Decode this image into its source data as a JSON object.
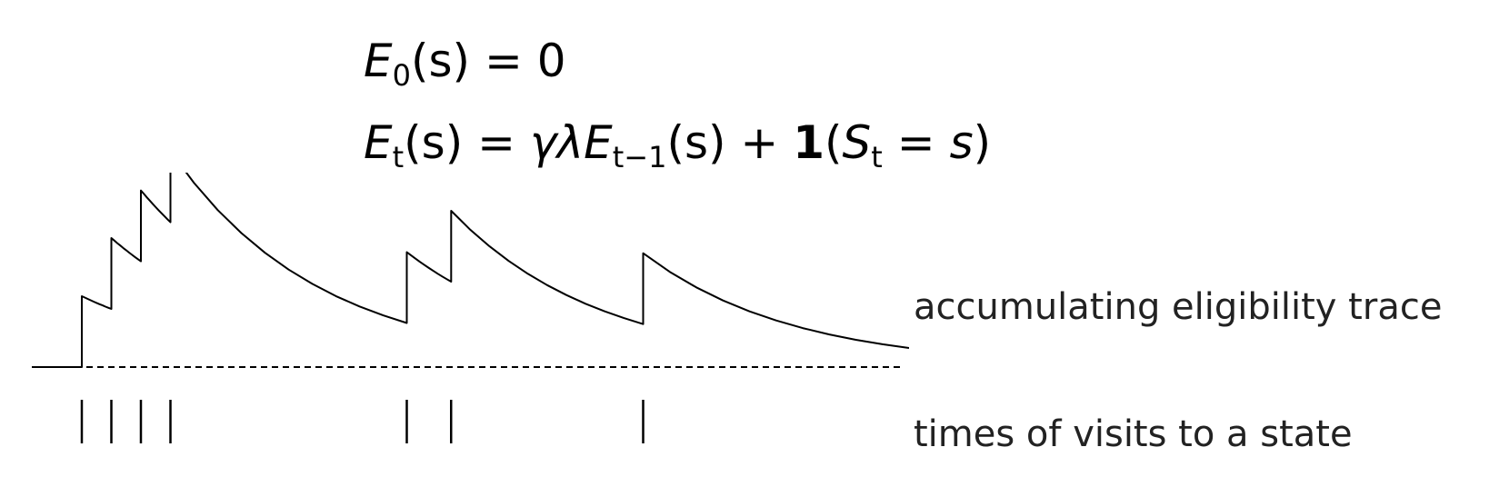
{
  "equations": {
    "line1": {
      "lhs_symbol": "E",
      "lhs_sub": "0",
      "lhs_arg": "(s)",
      "eq": "=",
      "rhs": "0"
    },
    "line2": {
      "lhs_symbol": "E",
      "lhs_sub": "t",
      "lhs_arg": "(s)",
      "eq": "=",
      "gamma_lambda": "γλ",
      "e_symbol": "E",
      "e_sub": "t−1",
      "e_arg": "(s)",
      "plus": "+",
      "indicator": "1",
      "ind_open": "(",
      "s_symbol": "S",
      "s_sub": "t",
      "ind_eq": "=",
      "ind_s": "s",
      "ind_close": ")"
    }
  },
  "labels": {
    "trace": "accumulating eligibility trace",
    "visits": "times of visits to a state"
  },
  "visit_times": [
    1,
    2,
    3,
    4,
    12,
    13.5,
    20
  ],
  "line_color": "#000000",
  "baseline_color": "#000000"
}
